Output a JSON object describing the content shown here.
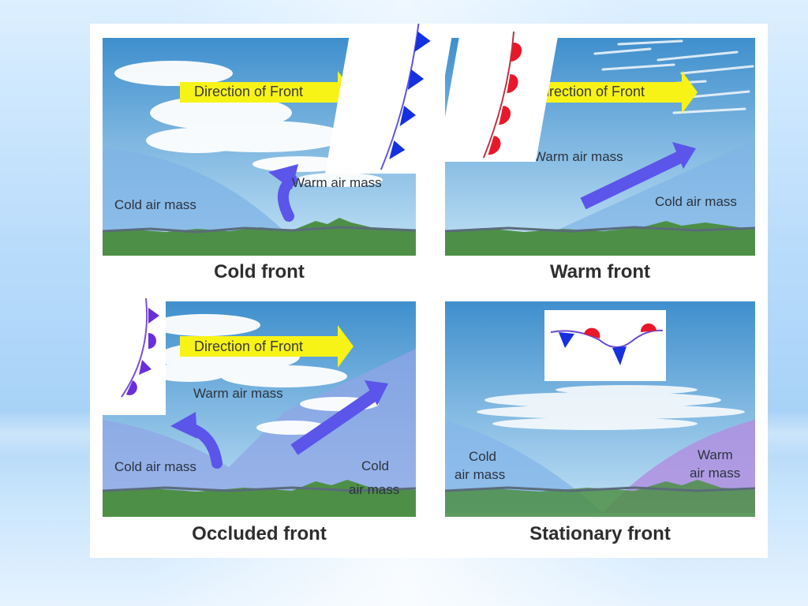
{
  "colors": {
    "sky_top": "#3d8fce",
    "sky_bottom": "#bfe0f5",
    "ground": "#4e8f47",
    "cold_blue": "#1530e0",
    "warm_red": "#e8182a",
    "occluded_purple": "#6a2fd8",
    "arrow_yellow": "#f7f317",
    "mass_arrow": "#5a52e8"
  },
  "panels": {
    "cold": {
      "caption": "Cold front",
      "direction": "Direction of Front",
      "warm_mass": "Warm air mass",
      "cold_mass": "Cold air mass",
      "symbol_icon": "cold-front-symbol-icon"
    },
    "warm": {
      "caption": "Warm front",
      "direction": "Direction of Front",
      "warm_mass": "Warm air mass",
      "cold_mass": "Cold air mass",
      "symbol_icon": "warm-front-symbol-icon"
    },
    "occluded": {
      "caption": "Occluded front",
      "direction": "Direction of Front",
      "warm_mass": "Warm air mass",
      "cold_mass_left": "Cold air mass",
      "cold_mass_right_line1": "Cold",
      "cold_mass_right_line2": "air mass",
      "symbol_icon": "occluded-front-symbol-icon"
    },
    "stationary": {
      "caption": "Stationary front",
      "cold_line1": "Cold",
      "cold_line2": "air mass",
      "warm_line1": "Warm",
      "warm_line2": "air mass",
      "symbol_icon": "stationary-front-symbol-icon"
    }
  }
}
